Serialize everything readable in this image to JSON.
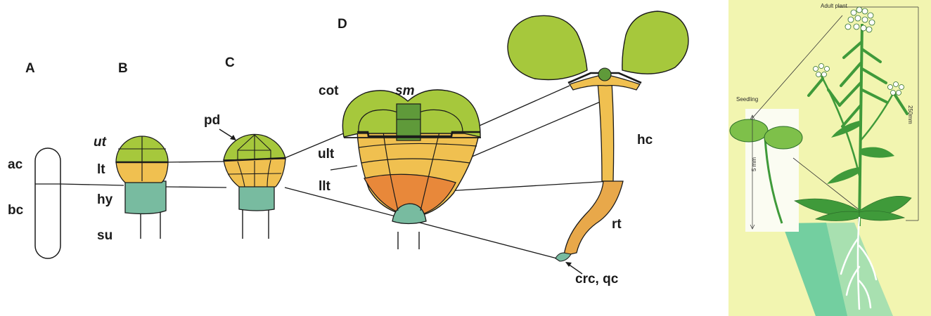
{
  "colors": {
    "upper_tier": "#a6c83c",
    "shoot_meristem": "#5f9a3a",
    "lower_tier": "#f0c050",
    "lower_lower_tier": "#e8883a",
    "hypophysis": "#78bba0",
    "root": "#e8a84a",
    "panel_background": "#f2f5b0",
    "plant_green": "#3f9a3a"
  },
  "panels": {
    "a": "A",
    "b": "B",
    "c": "C",
    "d": "D"
  },
  "labels": {
    "ac": "ac",
    "bc": "bc",
    "ut": "ut",
    "lt": "lt",
    "hy": "hy",
    "su": "su",
    "pd": "pd",
    "cot": "cot",
    "sm": "sm",
    "ult": "ult",
    "llt": "llt",
    "hc": "hc",
    "rt": "rt",
    "crc_qc": "crc, qc"
  },
  "plant_panel": {
    "adult_plant": "Adult plant",
    "seedling": "Seedling",
    "scale_small": "5 mm",
    "scale_large": "250mm"
  }
}
